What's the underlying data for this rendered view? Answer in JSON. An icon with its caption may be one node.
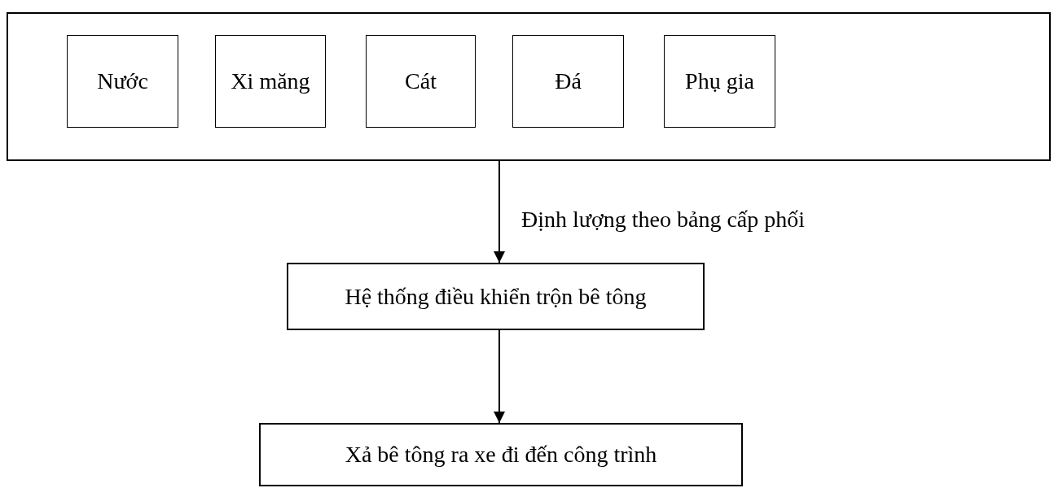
{
  "diagram": {
    "nodes": [
      {
        "text": [],
        "shape": "box"
      },
      {
        "text": [
          "Nước"
        ],
        "in": 0
      },
      {
        "text": [
          "Xi măng"
        ],
        "in": 0
      },
      {
        "text": [
          "Cát"
        ],
        "in": 0
      },
      {
        "text": [
          "Đá"
        ],
        "in": 0
      },
      {
        "text": [
          "Phụ gia"
        ],
        "in": 0
      },
      {
        "text": [
          "Hệ thống điều khiển trộn bê tông"
        ]
      },
      {
        "text": [
          "Xả bê tông ra xe đi đến công trình"
        ]
      }
    ],
    "edges": [
      {
        "from": 0,
        "to": 6,
        "arrow": "to",
        "label": "Định lượng theo bảng cấp phối"
      },
      {
        "from": 6,
        "to": 7,
        "arrow": "to"
      }
    ]
  }
}
